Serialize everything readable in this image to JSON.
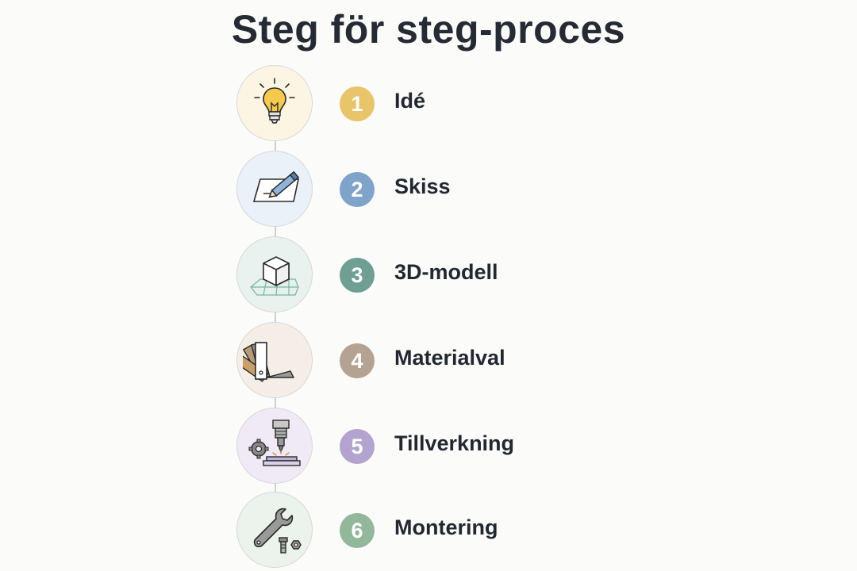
{
  "title": "Steg för steg-proces",
  "steps": [
    {
      "number": "1",
      "label": "Idé",
      "icon": "lightbulb-icon",
      "badge_color": "#e8c46a",
      "circle_color": "#fcf5e3"
    },
    {
      "number": "2",
      "label": "Skiss",
      "icon": "pencil-sketch-icon",
      "badge_color": "#7fa3c9",
      "circle_color": "#eaf1f8"
    },
    {
      "number": "3",
      "label": "3D-modell",
      "icon": "cube-grid-icon",
      "badge_color": "#6f9e92",
      "circle_color": "#e9f2ee"
    },
    {
      "number": "4",
      "label": "Materialval",
      "icon": "material-swatches-icon",
      "badge_color": "#b4a392",
      "circle_color": "#f4eee7"
    },
    {
      "number": "5",
      "label": "Tillverkning",
      "icon": "cnc-machine-icon",
      "badge_color": "#b3a4cf",
      "circle_color": "#efeaf6"
    },
    {
      "number": "6",
      "label": "Montering",
      "icon": "wrench-bolt-icon",
      "badge_color": "#93b79a",
      "circle_color": "#ebf3ec"
    }
  ]
}
